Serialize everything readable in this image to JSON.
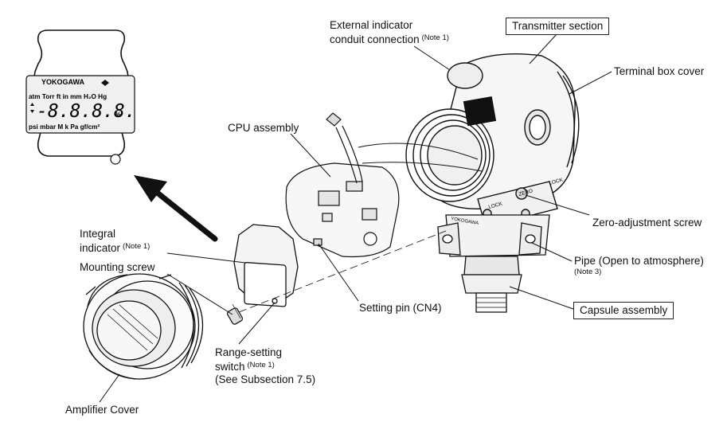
{
  "display": {
    "brand": "YOKOGAWA",
    "units_top": "atm Torr ft in mm H₂O Hg",
    "digits": "-8.8.8.8.",
    "percent": "%",
    "units_bottom": "psi mbar M k Pa gf/cm²"
  },
  "labels": {
    "external_indicator_line1": "External indicator",
    "external_indicator_line2": "conduit connection",
    "external_indicator_note": "(Note 1)",
    "transmitter_section": "Transmitter section",
    "terminal_box_cover": "Terminal box cover",
    "cpu_assembly": "CPU assembly",
    "integral_indicator_line1": "Integral",
    "integral_indicator_line2": "indicator",
    "integral_indicator_note": "(Note 1)",
    "mounting_screw": "Mounting screw",
    "zero_adjustment_screw": "Zero-adjustment screw",
    "pipe": "Pipe (Open to atmosphere)",
    "pipe_note": "(Note 3)",
    "capsule_assembly": "Capsule assembly",
    "setting_pin": "Setting pin (CN4)",
    "range_switch_line1": "Range-setting",
    "range_switch_line2": "switch",
    "range_switch_note": "(Note 1)",
    "range_switch_line3": "(See Subsection 7.5)",
    "amplifier_cover": "Amplifier Cover"
  },
  "housing_marks": {
    "zero": "ZERO",
    "lock_1": "LOCK",
    "lock_2": "LOCK",
    "brand_small": "YOKOGAWA"
  }
}
